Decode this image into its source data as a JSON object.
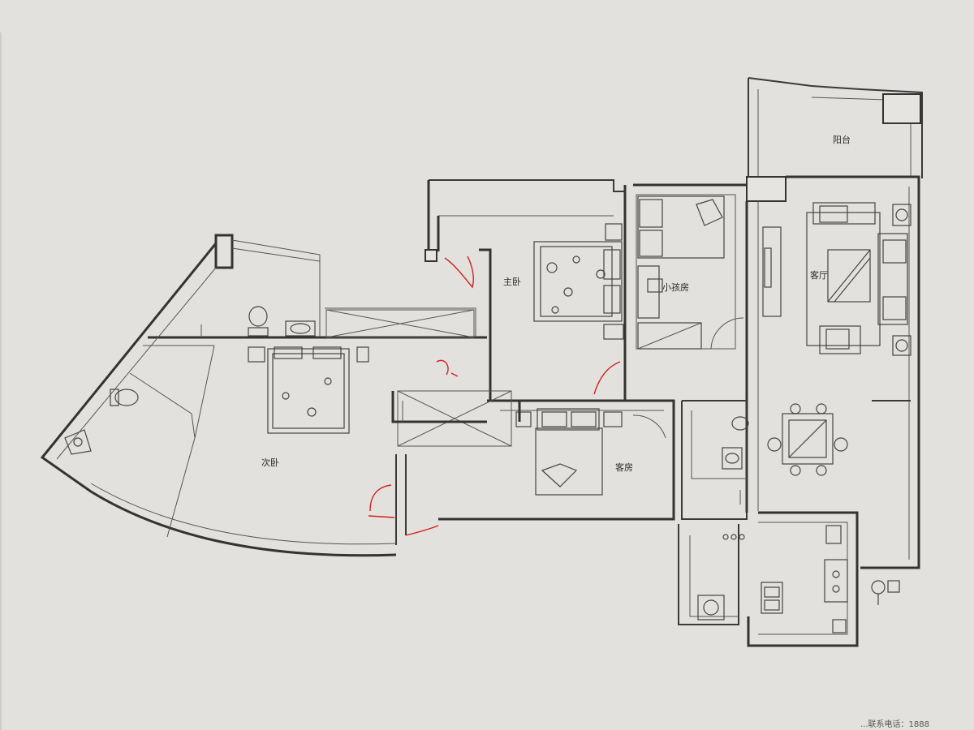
{
  "rooms": {
    "balcony": "阳台",
    "master_bedroom": "主卧",
    "kids_room": "小孩房",
    "living_room": "客厅",
    "second_bedroom": "次卧",
    "guest_room": "客房"
  },
  "footer_text": "...联系电话：1888"
}
